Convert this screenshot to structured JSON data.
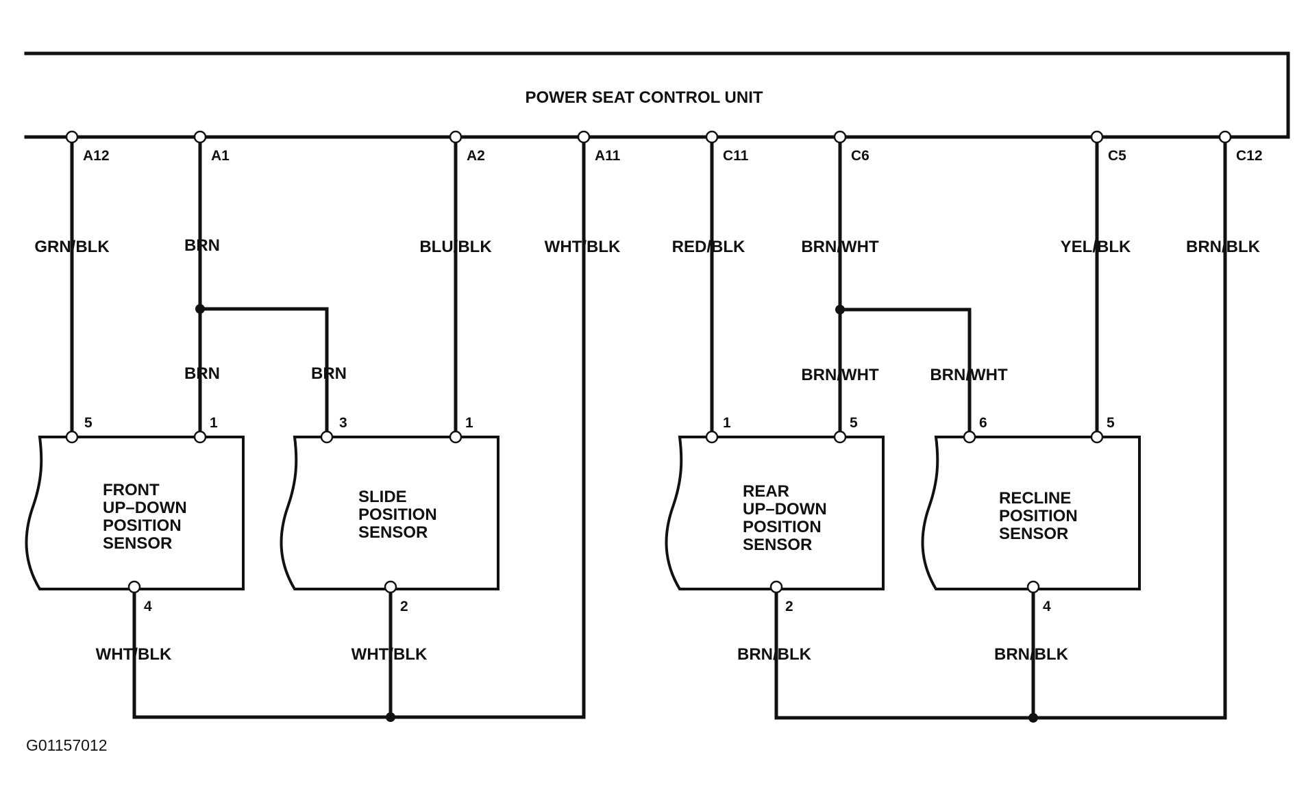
{
  "unit": {
    "title": "POWER SEAT CONTROL UNIT"
  },
  "connectors": [
    "A12",
    "A1",
    "A2",
    "A11",
    "C11",
    "C6",
    "C5",
    "C12"
  ],
  "wire_colors": {
    "a12": "GRN/BLK",
    "a1": "BRN",
    "a1_branch_left": "BRN",
    "a1_branch_right": "BRN",
    "a2": "BLU/BLK",
    "a11": "WHT/BLK",
    "c11": "RED/BLK",
    "c6": "BRN/WHT",
    "c6_branch_left": "BRN/WHT",
    "c6_branch_right": "BRN/WHT",
    "c5": "YEL/BLK",
    "c12": "BRN/BLK",
    "front_gnd": "WHT/BLK",
    "slide_gnd": "WHT/BLK",
    "rear_gnd": "BRN/BLK",
    "recline_gnd": "BRN/BLK"
  },
  "sensors": [
    {
      "lines": [
        "FRONT",
        "UP–DOWN",
        "POSITION",
        "SENSOR"
      ],
      "pins": [
        "5",
        "1",
        "4"
      ]
    },
    {
      "lines": [
        "SLIDE",
        "POSITION",
        "SENSOR"
      ],
      "pins": [
        "3",
        "1",
        "2"
      ]
    },
    {
      "lines": [
        "REAR",
        "UP–DOWN",
        "POSITION",
        "SENSOR"
      ],
      "pins": [
        "1",
        "5",
        "2"
      ]
    },
    {
      "lines": [
        "RECLINE",
        "POSITION",
        "SENSOR"
      ],
      "pins": [
        "6",
        "5",
        "4"
      ]
    }
  ],
  "figure_code": "G01157012"
}
